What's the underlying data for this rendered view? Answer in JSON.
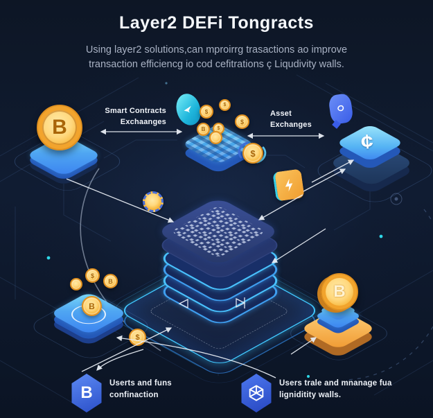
{
  "title": "Layer2 DEFi Tongracts",
  "subtitle": {
    "line1": "Using layer2 solutions,can mproirrg trasactions ao improve",
    "line2": "transaction efficiencg io cod cefitrations ç Liqudivity walls."
  },
  "annotations": {
    "smart_contracts": {
      "line1": "Smart Contracts",
      "line2": "Exchaanges"
    },
    "asset_exchanges": {
      "line1": "Asset",
      "line2": "Exchanges"
    }
  },
  "footer": {
    "left": {
      "line1": "Userts and funs",
      "line2": "confinaction"
    },
    "right": {
      "line1": "Users trale and mnanage fua",
      "line2": "ligniditity walls."
    }
  },
  "glyphs": {
    "bitcoin": "B",
    "dollar": "$",
    "cent": "¢"
  },
  "colors": {
    "background": "#0d1726",
    "accent_cyan": "#3fd0ff",
    "platform_blue": "#3b82f0",
    "gold": "#f6a832",
    "orange": "#f09a32",
    "badge_blue": "#4a6cf0",
    "text_muted": "#a9b2c4"
  }
}
